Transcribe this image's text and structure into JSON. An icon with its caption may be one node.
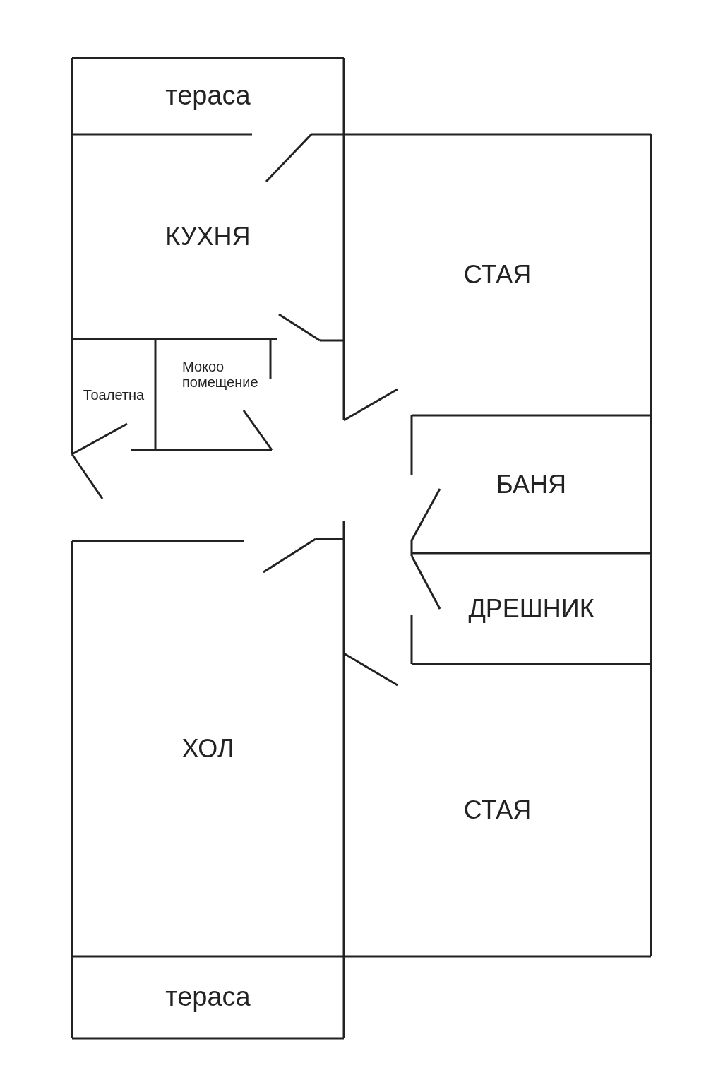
{
  "diagram": {
    "nodes": [
      {
        "text": [
          "тераса"
        ]
      },
      {
        "text": [
          "КУХНЯ"
        ]
      },
      {
        "text": [
          "СТАЯ"
        ]
      },
      {
        "text": [
          "Тоалетна"
        ]
      },
      {
        "text": [
          "Мокоо помещение"
        ]
      },
      {
        "text": [
          "БАНЯ"
        ]
      },
      {
        "text": [
          "ДРЕШНИК"
        ]
      },
      {
        "text": [
          "ХОЛ"
        ]
      },
      {
        "text": [
          "СТАЯ"
        ]
      },
      {
        "text": [
          "тераса"
        ]
      }
    ]
  }
}
